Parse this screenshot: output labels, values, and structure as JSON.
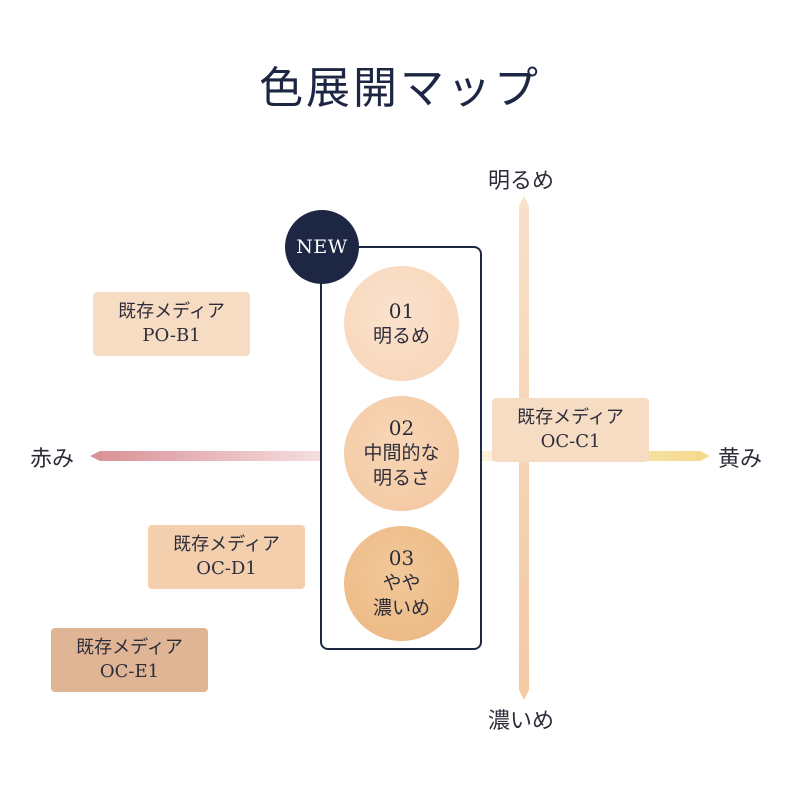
{
  "title": "色展開マップ",
  "axes": {
    "top": "明るめ",
    "bottom": "濃いめ",
    "left": "赤み",
    "right": "黄み"
  },
  "badge": "NEW",
  "new_shades": [
    {
      "number": "01",
      "name_line1": "明るめ",
      "name_line2": "",
      "color": "#f8d8bd"
    },
    {
      "number": "02",
      "name_line1": "中間的な",
      "name_line2": "明るさ",
      "color": "#f4cba6"
    },
    {
      "number": "03",
      "name_line1": "やや",
      "name_line2": "濃いめ",
      "color": "#edbc88"
    }
  ],
  "existing": [
    {
      "label": "既存メディア",
      "code": "PO-B1",
      "color": "#f7dcc4"
    },
    {
      "label": "既存メディア",
      "code": "OC-C1",
      "color": "#f7dcc4"
    },
    {
      "label": "既存メディア",
      "code": "OC-D1",
      "color": "#f3cfae"
    },
    {
      "label": "既存メディア",
      "code": "OC-E1",
      "color": "#dfb596"
    }
  ],
  "colors": {
    "navy": "#1d2744",
    "red_axis": "#d98f95",
    "yellow_axis": "#f5d98a",
    "vertical_axis": "#f6d2b0"
  }
}
